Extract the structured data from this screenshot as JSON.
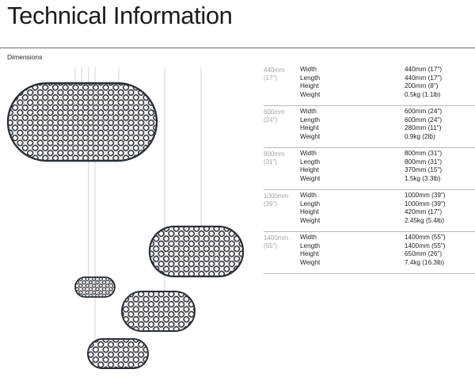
{
  "title": "Technical Information",
  "subtitle": "Dimensions",
  "colors": {
    "text": "#1c1c1c",
    "muted": "#a3a3a3",
    "rule": "#6b6b6b",
    "lamp": "#2a3138",
    "cord": "#c8c8c8"
  },
  "specs": [
    {
      "size": "440mm",
      "size_inch": "(17\")",
      "rows": [
        {
          "label": "Width",
          "value": "440mm (17\")"
        },
        {
          "label": "Length",
          "value": "440mm (17\")"
        },
        {
          "label": "Height",
          "value": "200mm (8\")"
        },
        {
          "label": "Weight",
          "value": "0.5kg (1.1lb)"
        }
      ]
    },
    {
      "size": "600mm",
      "size_inch": "(24\")",
      "rows": [
        {
          "label": "Width",
          "value": "600mm (24\")"
        },
        {
          "label": "Length",
          "value": "600mm (24\")"
        },
        {
          "label": "Height",
          "value": "280mm (11\")"
        },
        {
          "label": "Weight",
          "value": "0.9kg (2lb)"
        }
      ]
    },
    {
      "size": "800mm",
      "size_inch": "(31\")",
      "rows": [
        {
          "label": "Width",
          "value": "800mm (31\")"
        },
        {
          "label": "Length",
          "value": "800mm (31\")"
        },
        {
          "label": "Height",
          "value": "370mm (15\")"
        },
        {
          "label": "Weight",
          "value": "1.5kg (3.3lb)"
        }
      ]
    },
    {
      "size": "1000mm",
      "size_inch": "(39\")",
      "rows": [
        {
          "label": "Width",
          "value": "1000mm (39\")"
        },
        {
          "label": "Length",
          "value": "1000mm (39\")"
        },
        {
          "label": "Height",
          "value": "420mm (17\")"
        },
        {
          "label": "Weight",
          "value": "2.45kg (5.4lb)"
        }
      ]
    },
    {
      "size": "1400mm",
      "size_inch": "(55\")",
      "rows": [
        {
          "label": "Width",
          "value": "1400mm (55\")"
        },
        {
          "label": "Length",
          "value": "1400mm (55\")"
        },
        {
          "label": "Height",
          "value": "650mm (26\")"
        },
        {
          "label": "Weight",
          "value": "7.4kg (16.3lb)"
        }
      ]
    }
  ]
}
